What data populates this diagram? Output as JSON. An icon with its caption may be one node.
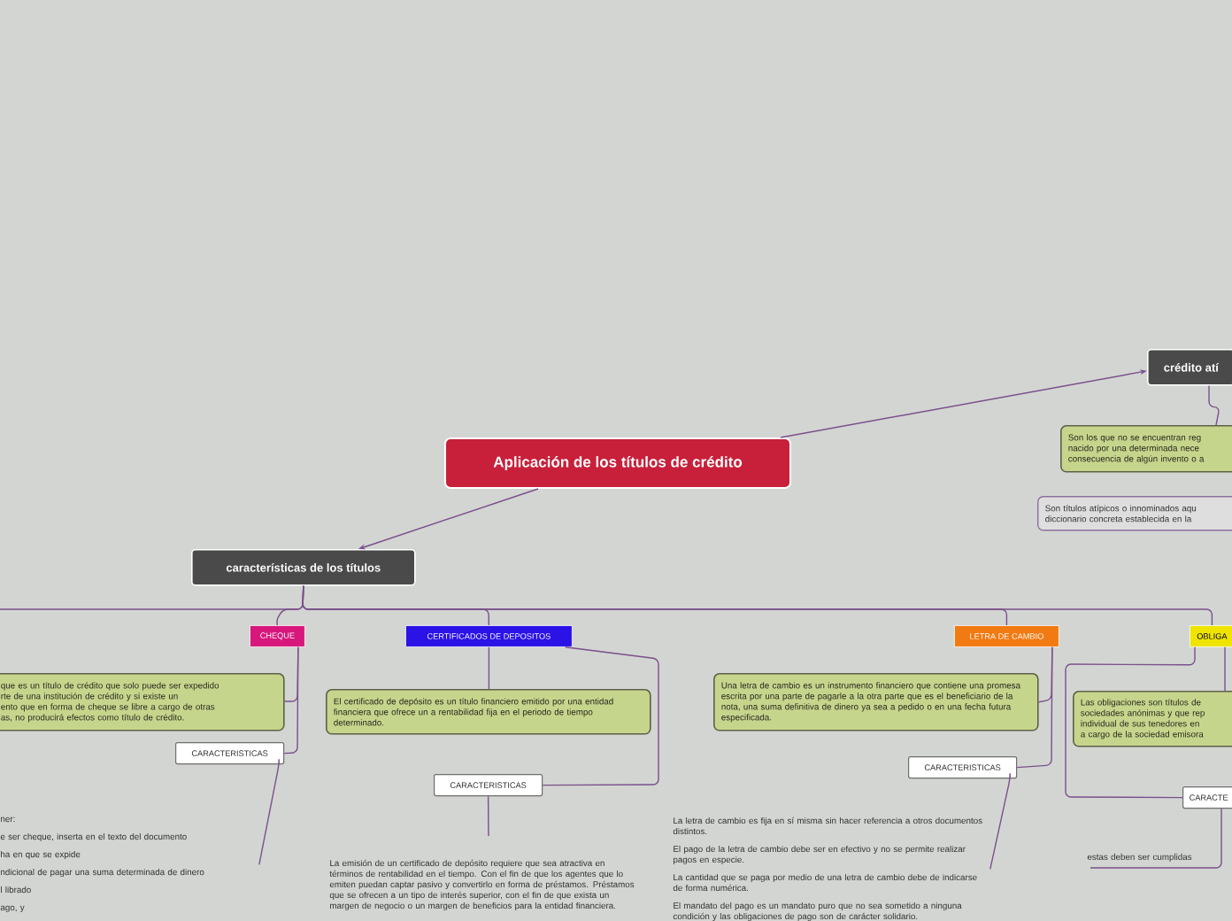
{
  "diagram": {
    "nodes": [
      {
        "text": [
          "Aplicación de los títulos de crédito"
        ]
      },
      {
        "text": [
          "características de los títulos"
        ]
      },
      {
        "text": [
          "crédito atí"
        ]
      },
      {
        "text": [
          "Son los que no se encuentran reg",
          "nacido por una determinada nece",
          "consecuencia de algún invento o a"
        ]
      },
      {
        "text": [
          "Son títulos atípicos o innominados aqu",
          "diccionario concreta establecida en la"
        ]
      },
      {
        "text": [
          "CHEQUE"
        ]
      },
      {
        "text": [
          "que es un título de crédito que solo puede ser expedido",
          "rte de una institución de crédito y si existe un",
          "ento que en forma de cheque se libre a cargo de otras",
          "as, no producirá efectos como título de crédito."
        ]
      },
      {
        "text": [
          "CARACTERISTICAS"
        ]
      },
      {
        "text": [
          "ner:",
          "e ser cheque, inserta en el texto del documento",
          "ha en que se expide",
          "ndicional de pagar una suma determinada de dinero",
          "l librado",
          "ago, y"
        ]
      },
      {
        "text": [
          "CERTIFICADOS DE DEPOSITOS"
        ]
      },
      {
        "text": [
          "El certificado de depósito es un título financiero emitido por una entidad financiera que ofrece un a rentabilidad fija en el periodo de tiempo determinado."
        ]
      },
      {
        "text": [
          "CARACTERISTICAS"
        ]
      },
      {
        "text": [
          "La emisión de un certificado de depósito requiere que sea atractiva en términos de rentabilidad en el tiempo. Con el fin de que los agentes que lo emiten puedan captar pasivo y convertirlo en forma de préstamos. Préstamos que se ofrecen a un tipo de interés superior, con el fin de que exista un margen de negocio o un margen de beneficios para la entidad financiera."
        ]
      },
      {
        "text": [
          "LETRA DE CAMBIO"
        ]
      },
      {
        "text": [
          "Una letra de cambio es un instrumento financiero que contiene una promesa escrita por una parte de pagarle a la otra parte que es el beneficiario de la nota, una suma definitiva de dinero ya sea a pedido o en una fecha futura especificada."
        ]
      },
      {
        "text": [
          "CARACTERISTICAS"
        ]
      },
      {
        "text": [
          "La letra de cambio es fija en sí misma sin hacer referencia a otros documentos distintos.",
          "El pago de la letra de cambio debe ser en efectivo y no se permite realizar pagos en especie.",
          "La cantidad que se paga por medio de una letra de cambio debe de indicarse de forma numérica.",
          "El mandato del pago es un mandato puro que no sea sometido a ninguna condición y las obligaciones de pago son de carácter solidario."
        ]
      },
      {
        "text": [
          "OBLIGA"
        ]
      },
      {
        "text": [
          "Las obligaciones son títulos de",
          "sociedades anónimas y que rep",
          "individual de sus tenedores en",
          "a cargo de la sociedad emisora"
        ]
      },
      {
        "text": [
          "CARACTE"
        ]
      },
      {
        "text": [
          "estas deben ser cumplidas"
        ]
      }
    ],
    "edges": [
      {
        "from": 0,
        "to": 1,
        "arrow": "to"
      },
      {
        "from": 0,
        "to": 2,
        "arrow": "to"
      },
      {
        "from": 2,
        "to": 3,
        "arrow": "none"
      },
      {
        "from": 1,
        "to": 5,
        "arrow": "none"
      },
      {
        "from": 1,
        "to": 9,
        "arrow": "none"
      },
      {
        "from": 1,
        "to": 13,
        "arrow": "none"
      },
      {
        "from": 1,
        "to": 17,
        "arrow": "none"
      },
      {
        "from": 1,
        "to": null,
        "arrow": "none"
      },
      {
        "from": 5,
        "to": 6,
        "arrow": "none"
      },
      {
        "from": 5,
        "to": 7,
        "arrow": "none"
      },
      {
        "from": 7,
        "to": 8,
        "arrow": "none"
      },
      {
        "from": 9,
        "to": 10,
        "arrow": "none"
      },
      {
        "from": 9,
        "to": 11,
        "arrow": "none"
      },
      {
        "from": 11,
        "to": 12,
        "arrow": "none"
      },
      {
        "from": 13,
        "to": 14,
        "arrow": "none"
      },
      {
        "from": 13,
        "to": 15,
        "arrow": "none"
      },
      {
        "from": 15,
        "to": 16,
        "arrow": "none"
      },
      {
        "from": 17,
        "to": 18,
        "arrow": "none"
      },
      {
        "from": 17,
        "to": 19,
        "arrow": "none"
      },
      {
        "from": 19,
        "to": 20,
        "arrow": "none"
      }
    ]
  }
}
